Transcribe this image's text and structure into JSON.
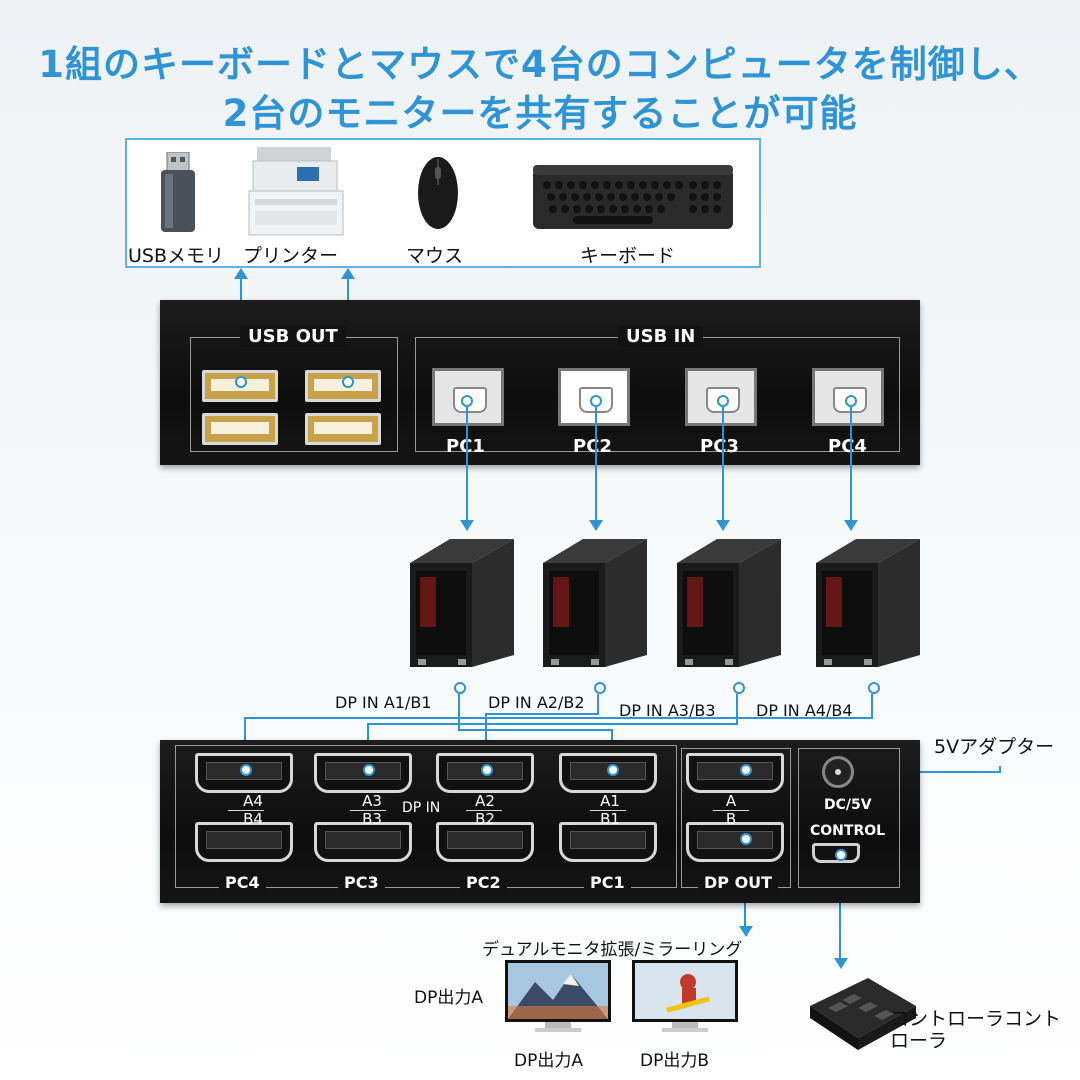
{
  "headline": {
    "line1": "1組のキーボードとマウスで4台のコンピュータを制御し、",
    "line2": "2台のモニターを共有することが可能"
  },
  "peripherals": [
    {
      "label": "USBメモリ",
      "icon": "usb-drive-icon"
    },
    {
      "label": "プリンター",
      "icon": "printer-icon"
    },
    {
      "label": "マウス",
      "icon": "mouse-icon"
    },
    {
      "label": "キーボード",
      "icon": "keyboard-icon"
    }
  ],
  "usb_unit": {
    "usb_out_label": "USB OUT",
    "usb_in_label": "USB IN",
    "pc_ports": [
      "PC1",
      "PC2",
      "PC3",
      "PC4"
    ]
  },
  "computers": {
    "dp_in_labels": [
      "DP IN A1/B1",
      "DP IN A2/B2",
      "DP IN A3/B3",
      "DP IN A4/B4"
    ]
  },
  "dp_unit": {
    "port_pairs": [
      {
        "top": "A4",
        "bottom": "B4"
      },
      {
        "top": "A3",
        "bottom": "B3"
      },
      {
        "top": "A2",
        "bottom": "B2"
      },
      {
        "top": "A1",
        "bottom": "B1"
      }
    ],
    "dp_in_label": "DP IN",
    "pc_labels": [
      "PC4",
      "PC3",
      "PC2",
      "PC1"
    ],
    "out_pair": {
      "top": "A",
      "bottom": "B"
    },
    "dp_out_label": "DP OUT",
    "dc_label": "DC/5V",
    "control_label": "CONTROL"
  },
  "adapter_label": "5Vアダプター",
  "monitors": {
    "caption": "デュアルモニタ拡張/ミラーリング",
    "side_label": "DP出力A",
    "label_a": "DP出力A",
    "label_b": "DP出力B"
  },
  "controller_label": "コントローラコントローラ",
  "colors": {
    "accent": "#2e94d6",
    "panel_border": "#5eb2e6",
    "device_body": "#111111"
  }
}
